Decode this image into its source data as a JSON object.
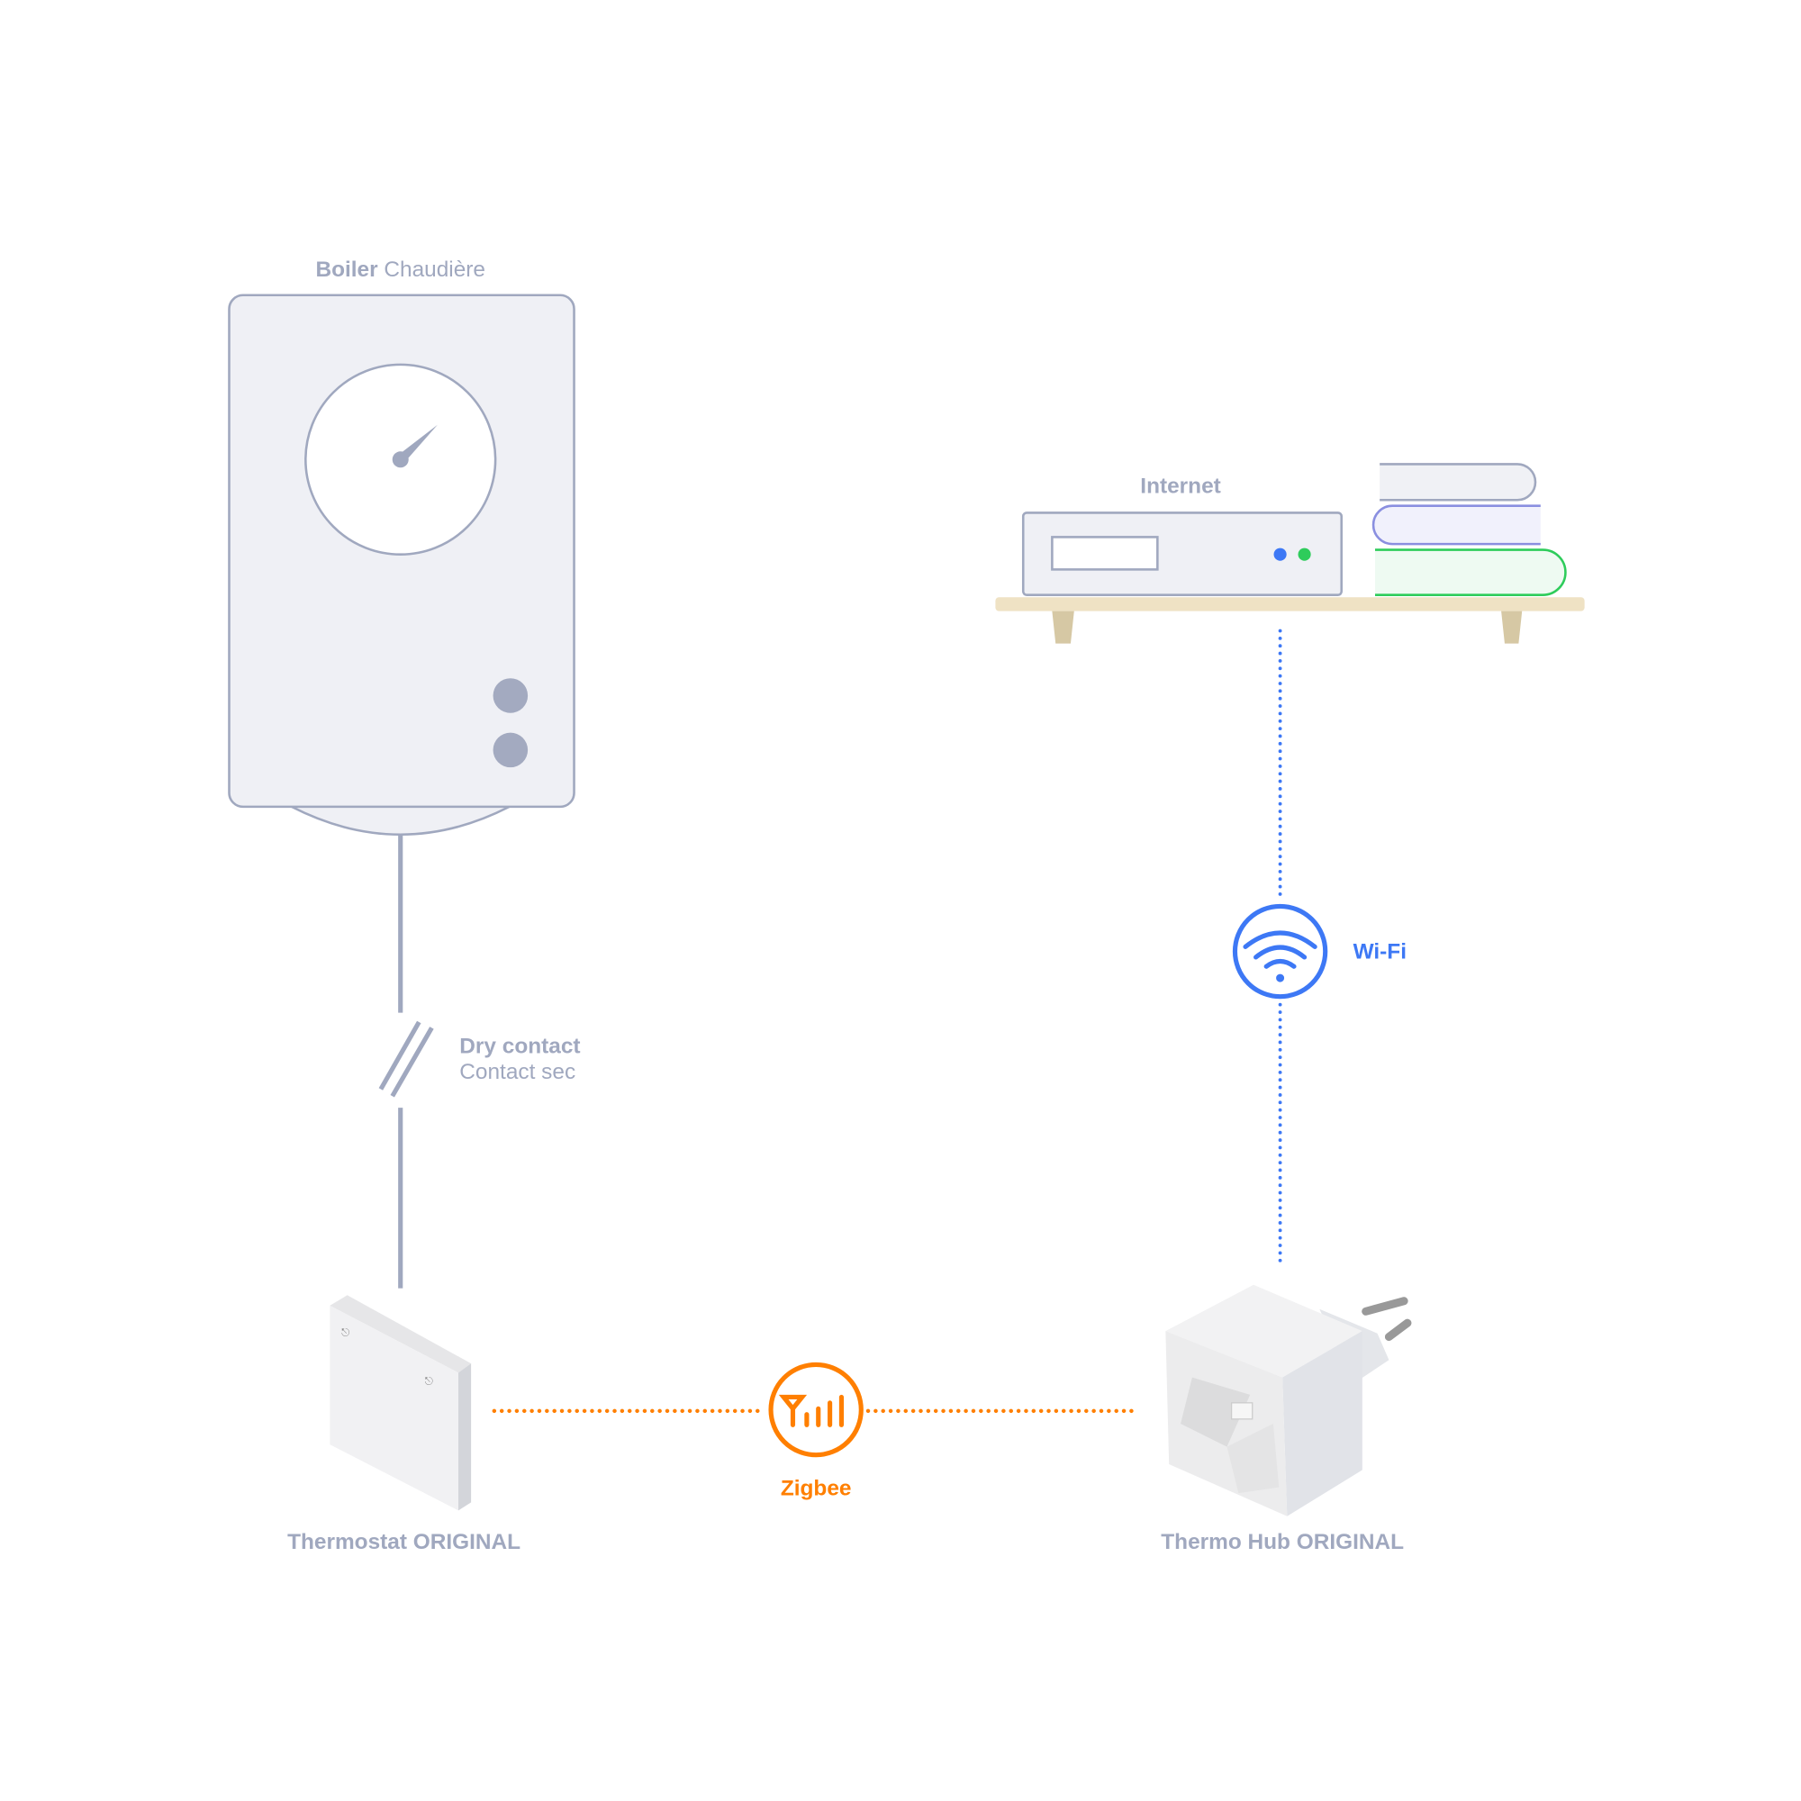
{
  "boiler": {
    "label_bold": "Boiler",
    "label_regular": "Chaudière"
  },
  "dry_contact": {
    "line1": "Dry contact",
    "line2": "Contact sec"
  },
  "thermostat": {
    "label": "Thermostat ORIGINAL"
  },
  "zigbee": {
    "label": "Zigbee",
    "icon": "zigbee-signal-icon"
  },
  "hub": {
    "label": "Thermo Hub ORIGINAL"
  },
  "wifi": {
    "label": "Wi-Fi",
    "icon": "wifi-icon"
  },
  "internet": {
    "label": "Internet"
  },
  "colors": {
    "grey": "#a0a8bf",
    "orange": "#ff7f00",
    "blue": "#3d78f5",
    "green": "#2ecc5b",
    "shelf": "#efe2c4"
  }
}
